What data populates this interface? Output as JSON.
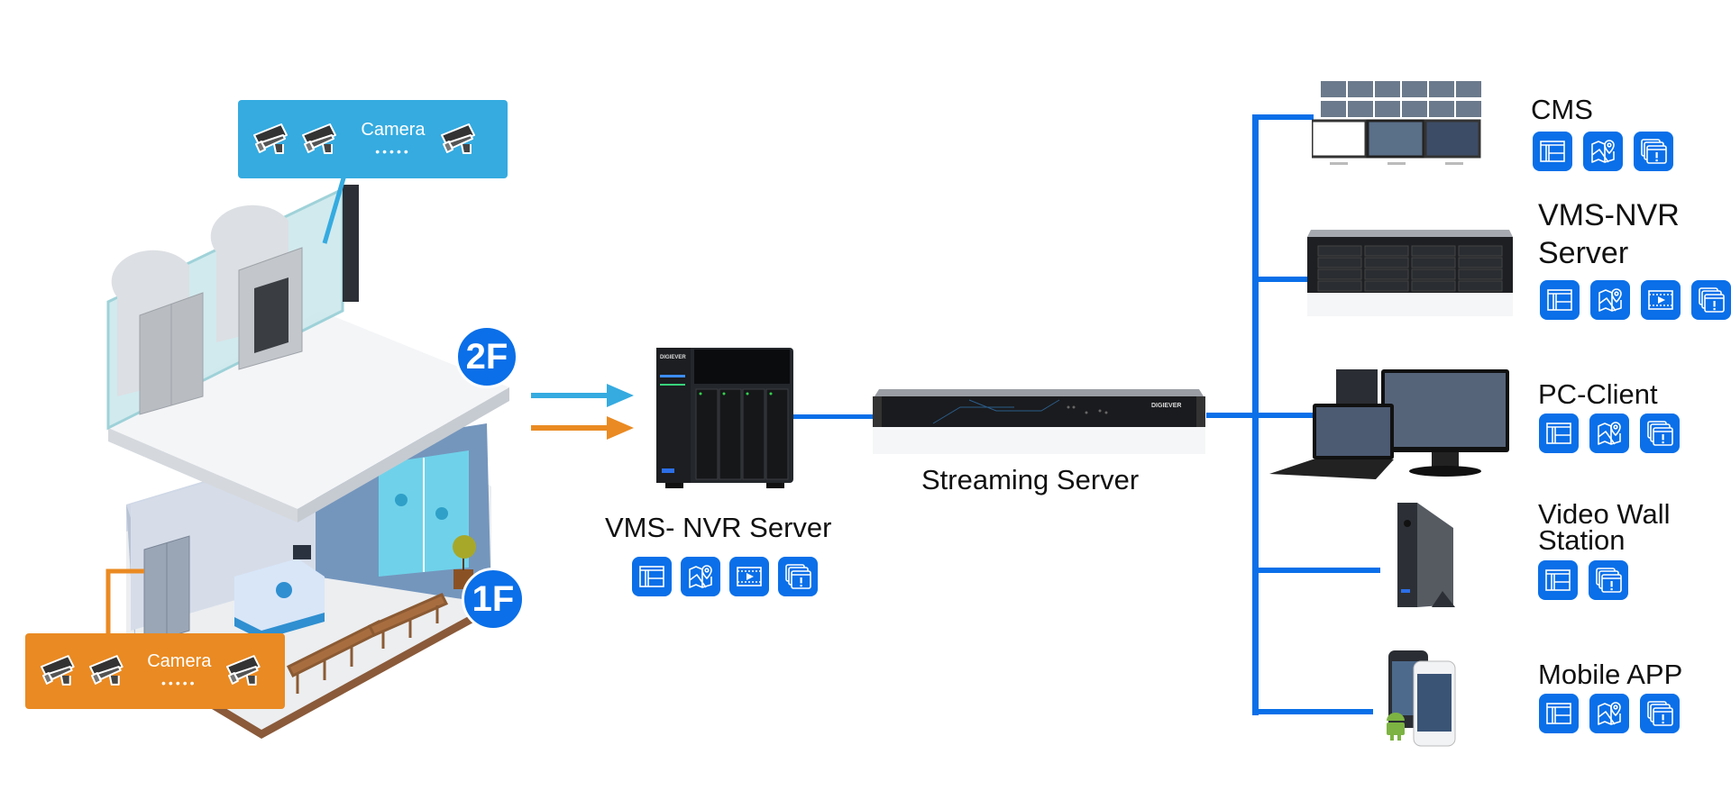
{
  "colors": {
    "accent_blue": "#0a6fe8",
    "camera_blue": "#35abe0",
    "camera_orange": "#ea8a22",
    "text": "#111111"
  },
  "building": {
    "floor_2": {
      "badge": "2F",
      "camera_callout": {
        "label": "Camera",
        "dots": "•••••",
        "camera_count_icons": 3
      }
    },
    "floor_1": {
      "badge": "1F",
      "camera_callout": {
        "label": "Camera",
        "dots": "•••••",
        "camera_count_icons": 3
      }
    }
  },
  "nvr": {
    "label": "VMS- NVR Server",
    "brand": "DIGIEVER",
    "features": [
      "layout-icon",
      "map-pin-icon",
      "video-playback-icon",
      "alarm-windows-icon"
    ]
  },
  "streaming": {
    "label": "Streaming Server",
    "brand": "DIGIEVER"
  },
  "clients": [
    {
      "id": "cms",
      "label_lines": [
        "CMS"
      ],
      "features": [
        "layout-icon",
        "map-pin-icon",
        "alarm-windows-icon"
      ]
    },
    {
      "id": "vms-nvr",
      "label_lines": [
        "VMS-NVR",
        "Server"
      ],
      "features": [
        "layout-icon",
        "map-pin-icon",
        "video-playback-icon",
        "alarm-windows-icon"
      ]
    },
    {
      "id": "pc-client",
      "label_lines": [
        "PC-Client"
      ],
      "features": [
        "layout-icon",
        "map-pin-icon",
        "alarm-windows-icon"
      ]
    },
    {
      "id": "video-wall",
      "label_lines": [
        "Video Wall",
        "Station"
      ],
      "features": [
        "layout-icon",
        "alarm-windows-icon"
      ]
    },
    {
      "id": "mobile",
      "label_lines": [
        "Mobile APP"
      ],
      "features": [
        "layout-icon",
        "map-pin-icon",
        "alarm-windows-icon"
      ]
    }
  ]
}
